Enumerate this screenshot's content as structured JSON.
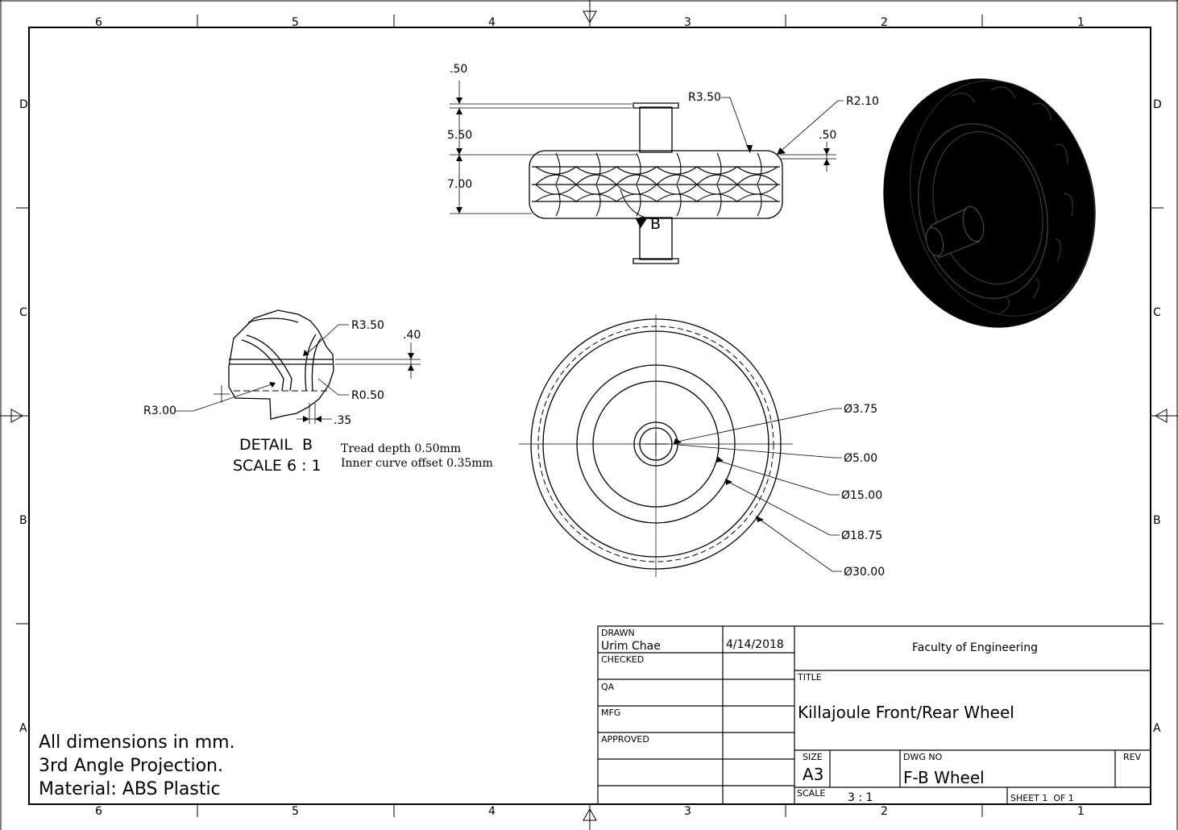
{
  "zones": {
    "columns": [
      "6",
      "5",
      "4",
      "3",
      "2",
      "1"
    ],
    "rows": [
      "D",
      "C",
      "B",
      "A"
    ]
  },
  "top_view": {
    "dims": [
      ".50",
      "5.50",
      "7.00",
      ".50"
    ],
    "radii": [
      "R3.50",
      "R2.10"
    ],
    "detail_ref": "B"
  },
  "front_view": {
    "diameters": [
      "Ø3.75",
      "Ø5.00",
      "Ø15.00",
      "Ø18.75",
      "Ø30.00"
    ]
  },
  "detail": {
    "radii": [
      "R3.50",
      "R0.50",
      "R3.00"
    ],
    "dims": [
      ".40",
      ".35"
    ],
    "title": "DETAIL  B",
    "scale": "SCALE 6 : 1",
    "notes": [
      "Tread depth 0.50mm",
      "Inner curve offset 0.35mm"
    ]
  },
  "general_notes": [
    "All dimensions in mm.",
    "3rd Angle Projection.",
    "Material: ABS Plastic"
  ],
  "title_block": {
    "drawn_label": "DRAWN",
    "drawn_by": "Urim Chae",
    "date": "4/14/2018",
    "checked_label": "CHECKED",
    "qa_label": "QA",
    "mfg_label": "MFG",
    "approved_label": "APPROVED",
    "company": "Faculty of Engineering",
    "title_label": "TITLE",
    "title": "Killajoule Front/Rear Wheel",
    "size_label": "SIZE",
    "size": "A3",
    "dwg_no_label": "DWG NO",
    "dwg_no": "F-B Wheel",
    "rev_label": "REV",
    "scale_label": "SCALE",
    "scale": "3 : 1",
    "sheet": "SHEET 1  OF 1"
  }
}
